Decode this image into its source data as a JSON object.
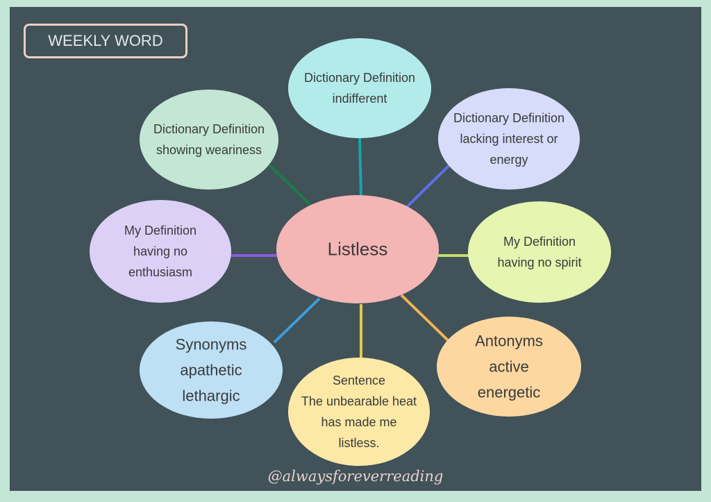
{
  "title": "WEEKLY WORD",
  "credit": "@alwaysforeverreading",
  "center": {
    "word": "Listless",
    "color": "#f4b5b5"
  },
  "nodes": [
    {
      "id": "dict-top",
      "lines": [
        "Dictionary Definition",
        "indifferent"
      ],
      "color": "#b3ebeb",
      "line_color": "#17a5ad"
    },
    {
      "id": "dict-left",
      "lines": [
        "Dictionary Definition",
        "showing weariness"
      ],
      "color": "#c4e7d5",
      "line_color": "#1e7a45"
    },
    {
      "id": "dict-right",
      "lines": [
        "Dictionary Definition",
        "lacking interest or",
        "energy"
      ],
      "color": "#d6dcfa",
      "line_color": "#5f6ee8"
    },
    {
      "id": "my-def-left",
      "lines": [
        "My Definition",
        "having no",
        "enthusiasm"
      ],
      "color": "#dcd0f7",
      "line_color": "#8a5ae0"
    },
    {
      "id": "my-def-right",
      "lines": [
        "My Definition",
        "having no spirit"
      ],
      "color": "#e6f5b0",
      "line_color": "#c8db6a"
    },
    {
      "id": "synonyms",
      "lines": [
        "Synonyms",
        "apathetic",
        "lethargic"
      ],
      "color": "#bde0f5",
      "line_color": "#3b9de0"
    },
    {
      "id": "sentence",
      "lines": [
        "Sentence",
        "The unbearable heat",
        "has made me",
        "listless."
      ],
      "color": "#fde9a6",
      "line_color": "#e8c646"
    },
    {
      "id": "antonyms",
      "lines": [
        "Antonyms",
        "active",
        "energetic"
      ],
      "color": "#fdd7a0",
      "line_color": "#f0b454"
    }
  ]
}
